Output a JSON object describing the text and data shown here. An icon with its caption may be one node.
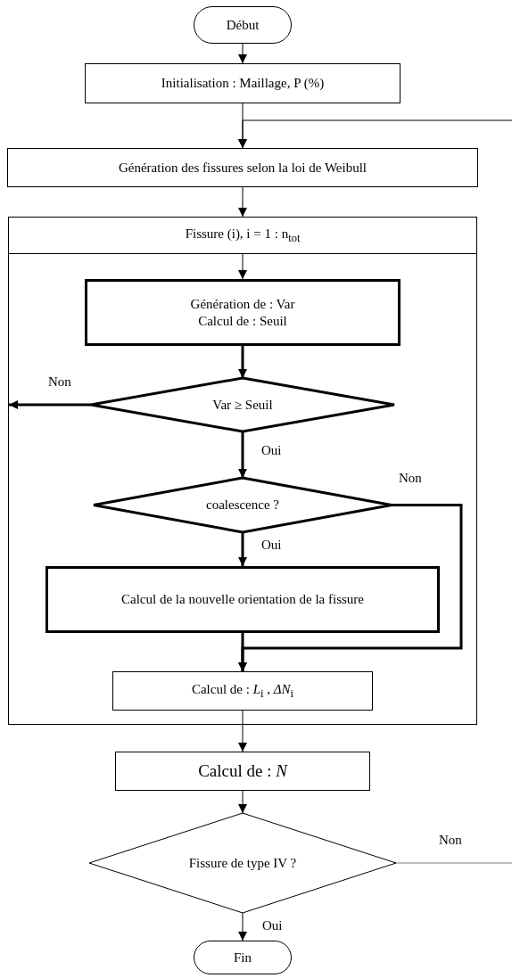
{
  "diagram": {
    "nodes": [
      {
        "text": [
          "Début"
        ]
      },
      {
        "text": [
          "Initialisation : Maillage, P (%)"
        ]
      },
      {
        "text": [
          "Génération des fissures selon la loi de Weibull"
        ]
      },
      {
        "text": [],
        "shape": "box"
      },
      {
        "text": [
          "Fissure (i),  i = 1 : n$_{tot}$"
        ],
        "in": 3
      },
      {
        "text": [
          "Génération de : Var",
          "Calcul de : Seuil"
        ],
        "in": 3
      },
      {
        "text": [
          "Var ≥ Seuil"
        ],
        "in": 3
      },
      {
        "text": [
          "coalescence ?"
        ],
        "in": 3
      },
      {
        "text": [
          "Calcul de la nouvelle orientation de la fissure"
        ],
        "in": 3
      },
      {
        "text": [
          "Calcul de : *L*$_{i}$ , *ΔN*$_{i}$"
        ],
        "in": 3
      },
      {
        "text": [
          "Calcul de : *N*"
        ]
      },
      {
        "text": [
          "Fissure de type IV ?"
        ]
      },
      {
        "text": [
          "Fin"
        ]
      }
    ],
    "edges": [
      {
        "from": 0,
        "to": 1,
        "arrow": "to"
      },
      {
        "from": 1,
        "to": 2,
        "arrow": "to"
      },
      {
        "from": null,
        "to": 2,
        "arrow": "to"
      },
      {
        "from": 2,
        "to": 3,
        "arrow": "to"
      },
      {
        "from": 4,
        "to": 5,
        "arrow": "to"
      },
      {
        "from": 5,
        "to": 6,
        "arrow": "to",
        "style": "thick"
      },
      {
        "from": 6,
        "to": null,
        "arrow": "to",
        "label": "Non",
        "style": "thick"
      },
      {
        "from": 6,
        "to": 7,
        "arrow": "to",
        "label": "Oui",
        "style": "thick"
      },
      {
        "from": 7,
        "to": 8,
        "arrow": "to",
        "label": "Oui",
        "style": "thick"
      },
      {
        "from": 7,
        "to": 9,
        "arrow": "to",
        "label": "Non",
        "style": "thick"
      },
      {
        "from": 8,
        "to": 9,
        "arrow": "to",
        "style": "thick"
      },
      {
        "from": 9,
        "to": 10,
        "arrow": "to"
      },
      {
        "from": 10,
        "to": 11,
        "arrow": "to"
      },
      {
        "from": 11,
        "to": 12,
        "arrow": "to",
        "label": "Oui"
      },
      {
        "from": 11,
        "to": null,
        "arrow": "none",
        "label": "Non",
        "color": "#7f7f7f"
      }
    ]
  }
}
